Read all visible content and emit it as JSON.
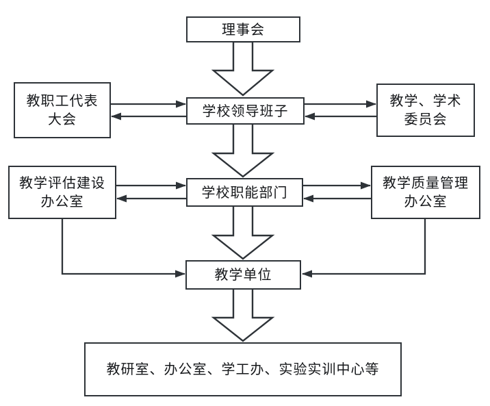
{
  "diagram": {
    "type": "flowchart",
    "colors": {
      "line": "#2e3338",
      "text": "#15171a",
      "background": "#ffffff"
    },
    "nodes": {
      "board": {
        "label": "理事会"
      },
      "leadership": {
        "label": "学校领导班子"
      },
      "staff_congress": {
        "label": "教职工代表\n大会"
      },
      "academic_committee": {
        "label": "教学、学术\n委员会"
      },
      "evaluation_office": {
        "label": "教学评估建设\n办公室"
      },
      "functional_departments": {
        "label": "学校职能部门"
      },
      "quality_office": {
        "label": "教学质量管理\n办公室"
      },
      "teaching_units": {
        "label": "教学单位"
      },
      "sub_units": {
        "label": "教研室、办公室、学工办、实验实训中心等"
      }
    },
    "edges": [
      {
        "from": "board",
        "to": "leadership",
        "type": "block-arrow"
      },
      {
        "from": "staff_congress",
        "to": "leadership",
        "type": "bidirectional"
      },
      {
        "from": "leadership",
        "to": "academic_committee",
        "type": "bidirectional"
      },
      {
        "from": "leadership",
        "to": "functional_departments",
        "type": "block-arrow"
      },
      {
        "from": "evaluation_office",
        "to": "functional_departments",
        "type": "bidirectional"
      },
      {
        "from": "functional_departments",
        "to": "quality_office",
        "type": "bidirectional"
      },
      {
        "from": "functional_departments",
        "to": "teaching_units",
        "type": "block-arrow"
      },
      {
        "from": "evaluation_office",
        "to": "teaching_units",
        "type": "arrow"
      },
      {
        "from": "quality_office",
        "to": "teaching_units",
        "type": "arrow"
      },
      {
        "from": "teaching_units",
        "to": "sub_units",
        "type": "block-arrow"
      }
    ]
  }
}
